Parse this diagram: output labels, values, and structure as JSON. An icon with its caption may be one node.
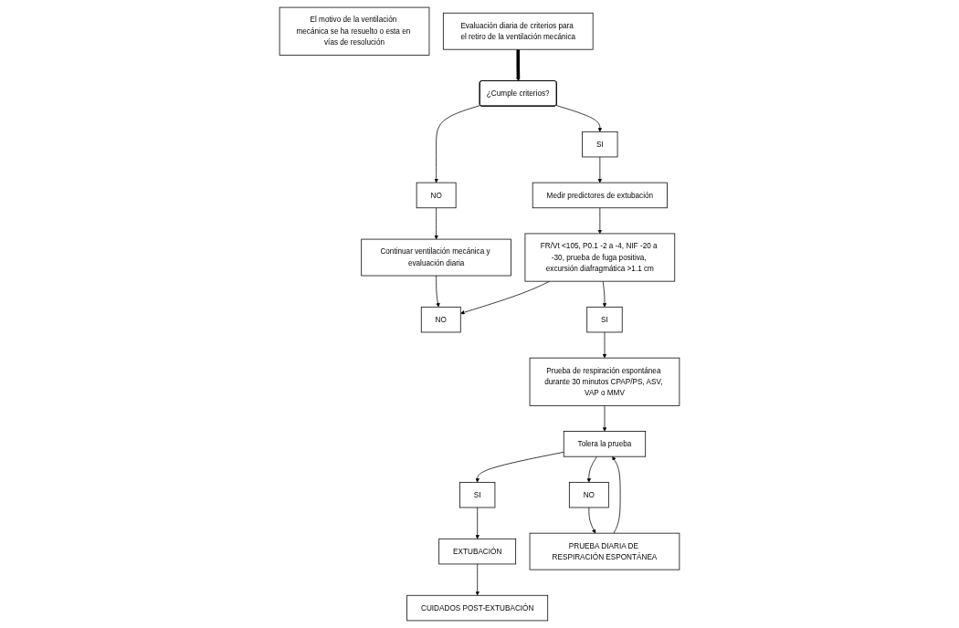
{
  "diagram": {
    "nodes": [
      {
        "text": [
          "El motivo de la ventilación mecánica se ha resuelto o esta en vías de resolución"
        ]
      },
      {
        "text": [
          "Evaluación diaria de criterios para el retiro de la ventilación mecánica"
        ]
      },
      {
        "text": [
          "¿Cumple criterios?"
        ]
      },
      {
        "text": [
          "NO"
        ]
      },
      {
        "text": [
          "SI"
        ]
      },
      {
        "text": [
          "Continuar ventilación mecánica y evaluación diaria"
        ]
      },
      {
        "text": [
          "Medir predictores de extubación"
        ]
      },
      {
        "text": [
          "NO"
        ]
      },
      {
        "text": [
          "FR/Vt <105, P0.1 -2 a -4, NIF -20 a -30, prueba de fuga positiva, excursión diafragmática >1.1 cm"
        ]
      },
      {
        "text": [
          "SI"
        ]
      },
      {
        "text": [
          "Prueba de respiración espontánea durante 30 minutos CPAP/PS, ASV, VAP o MMV"
        ]
      },
      {
        "text": [
          "Tolera la prueba"
        ]
      },
      {
        "text": [
          "SI"
        ]
      },
      {
        "text": [
          "EXTUBACIÓN"
        ]
      },
      {
        "text": [
          "NO"
        ]
      },
      {
        "text": [
          "PRUEBA DIARIA DE RESPIRACIÓN ESPONTÁNEA"
        ]
      },
      {
        "text": [
          "CUIDADOS POST-EXTUBACIÓN"
        ]
      }
    ],
    "edges": [
      {
        "from": 1,
        "to": 2,
        "arrow": "to",
        "style": "thick"
      },
      {
        "from": 2,
        "to": 3,
        "arrow": "to"
      },
      {
        "from": 2,
        "to": 4,
        "arrow": "to"
      },
      {
        "from": 3,
        "to": 5,
        "arrow": "to"
      },
      {
        "from": 4,
        "to": 6,
        "arrow": "to"
      },
      {
        "from": 5,
        "to": 7,
        "arrow": "to"
      },
      {
        "from": 6,
        "to": 8,
        "arrow": "to"
      },
      {
        "from": 8,
        "to": 7,
        "arrow": "to"
      },
      {
        "from": 8,
        "to": 9,
        "arrow": "to"
      },
      {
        "from": 9,
        "to": 10,
        "arrow": "to"
      },
      {
        "from": 10,
        "to": 11,
        "arrow": "to"
      },
      {
        "from": 11,
        "to": 12,
        "arrow": "to"
      },
      {
        "from": 12,
        "to": 13,
        "arrow": "to"
      },
      {
        "from": 11,
        "to": 14,
        "arrow": "to"
      },
      {
        "from": 14,
        "to": 15,
        "arrow": "to"
      },
      {
        "from": 15,
        "to": 11,
        "arrow": "to"
      },
      {
        "from": 13,
        "to": 16,
        "arrow": "to"
      }
    ]
  }
}
